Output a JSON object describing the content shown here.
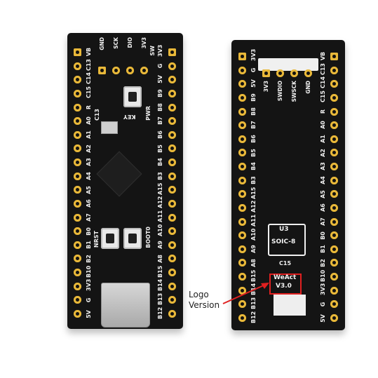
{
  "front": {
    "left_pins": [
      "VB",
      "C13",
      "C14",
      "C15",
      "R",
      "A0",
      "A1",
      "A2",
      "A3",
      "A4",
      "A5",
      "A6",
      "A7",
      "B0",
      "B1",
      "B2",
      "B10",
      "3V3",
      "G",
      "5V"
    ],
    "right_pins": [
      "3V3",
      "G",
      "5V",
      "B9",
      "B8",
      "B7",
      "B6",
      "B5",
      "B4",
      "B3",
      "A15",
      "A12",
      "A11",
      "A10",
      "A9",
      "A8",
      "B15",
      "B14",
      "B13",
      "B12"
    ],
    "swd_header": [
      "GND",
      "SCK",
      "DIO",
      "3V3"
    ],
    "sw_label": "SW",
    "component_labels": {
      "c13": "C13",
      "key": "KEY",
      "pwr": "PWR",
      "nrst": "NRST",
      "boot0": "BOOT0"
    }
  },
  "back": {
    "left_pins": [
      "3V3",
      "G",
      "5V",
      "B9",
      "B8",
      "B7",
      "B6",
      "B5",
      "B4",
      "B3",
      "A15",
      "A12",
      "A11",
      "A10",
      "A9",
      "A8",
      "B15",
      "B14",
      "B13",
      "B12"
    ],
    "right_pins": [
      "VB",
      "C13",
      "C14",
      "C15",
      "R",
      "A0",
      "A1",
      "A2",
      "A3",
      "A4",
      "A5",
      "A6",
      "A7",
      "B0",
      "B1",
      "B2",
      "B10",
      "3V3",
      "G",
      "5V"
    ],
    "swd_header": [
      "3V3",
      "SWDIO",
      "SWSCK",
      "GND"
    ],
    "chip_designator": "U3",
    "chip_package": "SOIC-8",
    "cap_label": "C15",
    "logo_text": "WeAct",
    "version_text": "V3.0"
  },
  "annotation": {
    "line1": "Logo",
    "line2": "Version",
    "color": "#e02020"
  },
  "colors": {
    "board": "#141414",
    "gold": "#d9a21e",
    "silk": "#f2f2f2"
  }
}
